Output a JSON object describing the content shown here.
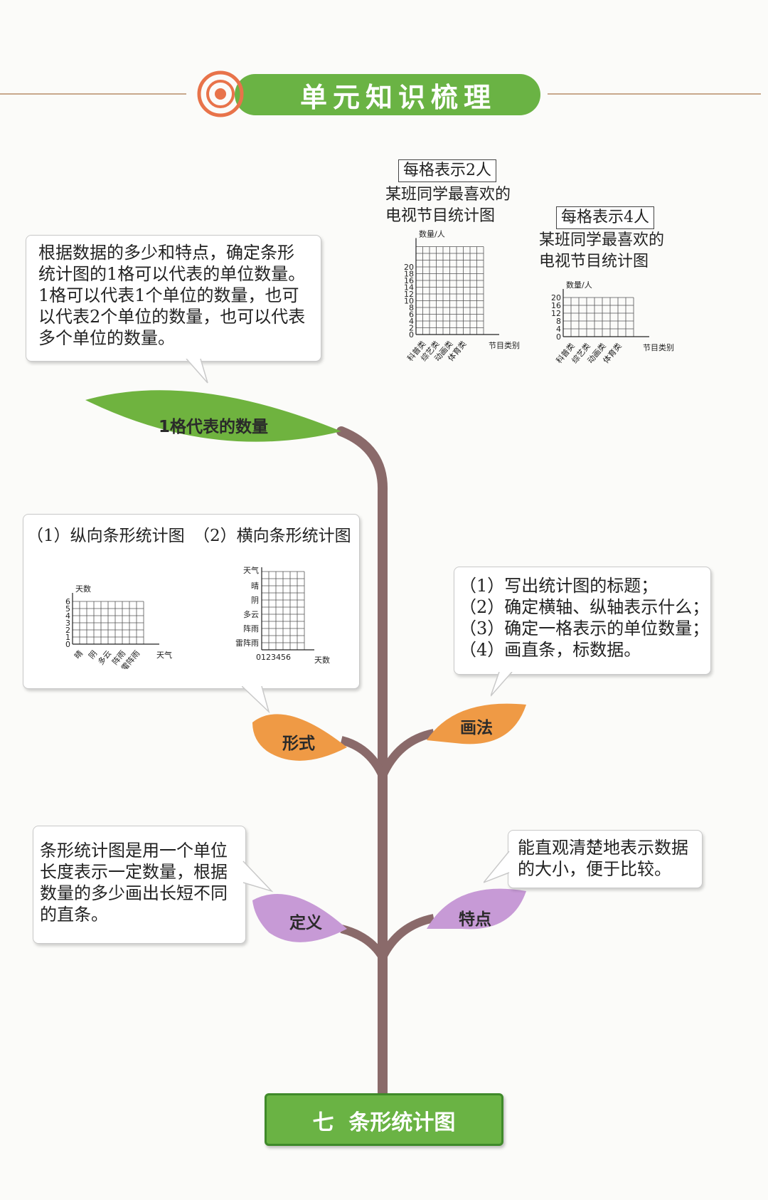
{
  "header": {
    "title": "单元知识梳理"
  },
  "root": {
    "label": "七  条形统计图"
  },
  "leaves": {
    "top": "1格代表的数量",
    "form": "形式",
    "method": "画法",
    "definition": "定义",
    "feature": "特点"
  },
  "unit_box": {
    "text": "根据数据的多少和特点，确定条形\n统计图的1格可以代表的单位数量。\n1格可以代表1个单位的数量，也可\n以代表2个单位的数量，也可以代表\n多个单位的数量。"
  },
  "chart_left": {
    "tag": "每格表示2人",
    "title_line1": "某班同学最喜欢的",
    "title_line2": "电视节目统计图",
    "y_axis_label": "数量/人",
    "x_axis_label": "节目类别",
    "y_ticks": [
      "0",
      "2",
      "4",
      "6",
      "8",
      "10",
      "12",
      "14",
      "16",
      "18",
      "20"
    ],
    "categories": [
      "科普类",
      "综艺类",
      "动画类",
      "体育类"
    ]
  },
  "chart_right": {
    "tag": "每格表示4人",
    "title_line1": "某班同学最喜欢的",
    "title_line2": "电视节目统计图",
    "y_axis_label": "数量/人",
    "x_axis_label": "节目类别",
    "y_ticks": [
      "0",
      "4",
      "8",
      "12",
      "16",
      "20"
    ],
    "categories": [
      "科普类",
      "综艺类",
      "动画类",
      "体育类"
    ]
  },
  "form_box": {
    "label1": "（1）纵向条形统计图",
    "label2": "（2）横向条形统计图",
    "vchart": {
      "y_axis_label": "天数",
      "x_axis_label": "天气",
      "y_ticks": [
        "0",
        "1",
        "2",
        "3",
        "4",
        "5",
        "6"
      ],
      "categories": [
        "晴",
        "阴",
        "多云",
        "阵雨",
        "雷阵雨"
      ]
    },
    "hchart": {
      "y_axis_label": "天气",
      "x_axis_label": "天数",
      "x_ticks": "0123456",
      "categories": [
        "晴",
        "阴",
        "多云",
        "阵雨",
        "雷阵雨"
      ]
    }
  },
  "steps_box": {
    "lines": [
      "（1）写出统计图的标题；",
      "（2）确定横轴、纵轴表示什么；",
      "（3）确定一格表示的单位数量；",
      "（4）画直条，标数据。"
    ]
  },
  "definition_box": {
    "text": "条形统计图是用一个单位\n长度表示一定数量，根据\n数量的多少画出长短不同\n的直条。"
  },
  "feature_box": {
    "text": "能直观清楚地表示数据\n的大小，便于比较。"
  },
  "colors": {
    "green_leaf": "#6fb33f",
    "orange_leaf": "#ef9a45",
    "purple_leaf": "#c79ad6",
    "stem": "#8a6a6a",
    "title_green": "#6ab344"
  }
}
